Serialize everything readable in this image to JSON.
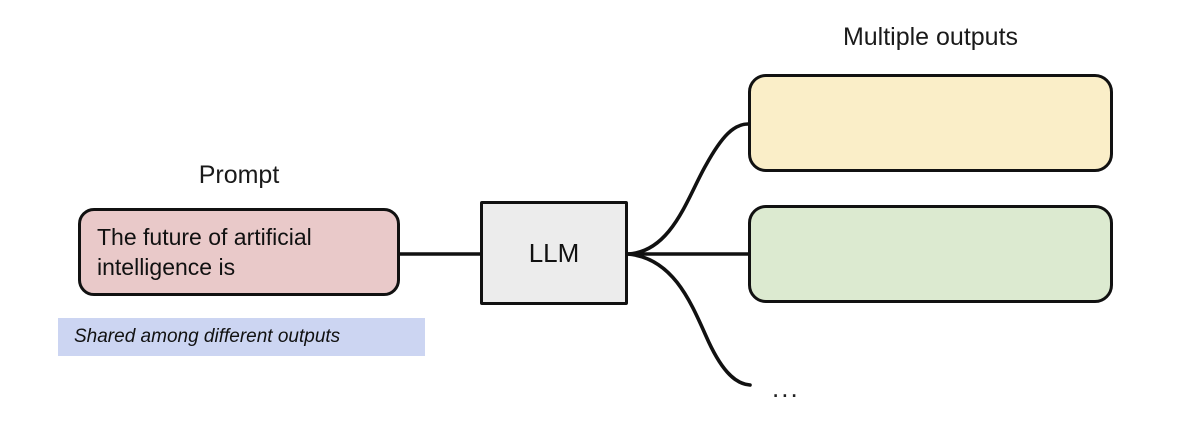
{
  "diagram": {
    "type": "flow-diagram",
    "background_color": "#ffffff",
    "stroke_color": "#111111",
    "prompt": {
      "label": "Prompt",
      "text": "The future of artificial intelligence is",
      "fill_color": "#e9c9c9",
      "note": {
        "text": "Shared among different outputs",
        "fill_color": "#ccd5f2"
      }
    },
    "model": {
      "label": "LLM",
      "fill_color": "#ececec"
    },
    "outputs": {
      "label": "Multiple outputs",
      "items": [
        {
          "text": "",
          "fill_color": "#faeec8"
        },
        {
          "text": "",
          "fill_color": "#dcead0"
        }
      ],
      "more_indicator": "..."
    }
  }
}
